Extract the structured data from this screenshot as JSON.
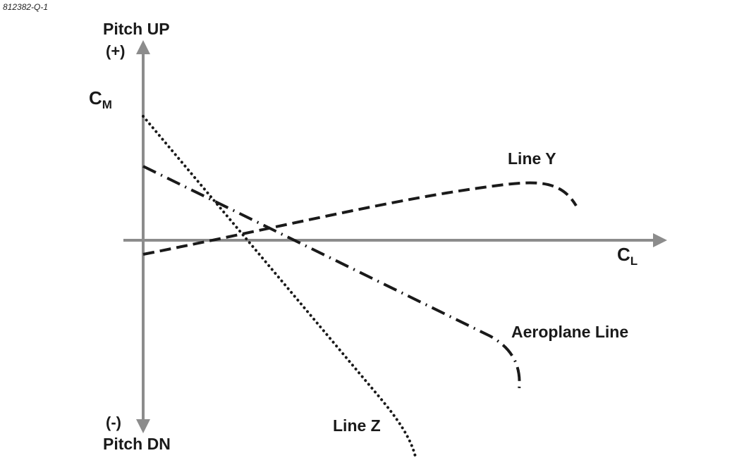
{
  "reference_id": "812382-Q-1",
  "axes": {
    "vertical": {
      "label_main": "C",
      "label_sub": "M",
      "top_title": "Pitch UP",
      "top_sign": "(+)",
      "bottom_sign": "(-)",
      "bottom_title": "Pitch DN"
    },
    "horizontal": {
      "label_main": "C",
      "label_sub": "L"
    }
  },
  "lines": [
    {
      "name": "Line Y",
      "style": "dashed"
    },
    {
      "name": "Aeroplane Line",
      "style": "dash-dot"
    },
    {
      "name": "Line Z",
      "style": "dotted"
    }
  ],
  "colors": {
    "axis": "#8c8c8c",
    "curve": "#1a1a1a",
    "text": "#1a1a1a"
  }
}
